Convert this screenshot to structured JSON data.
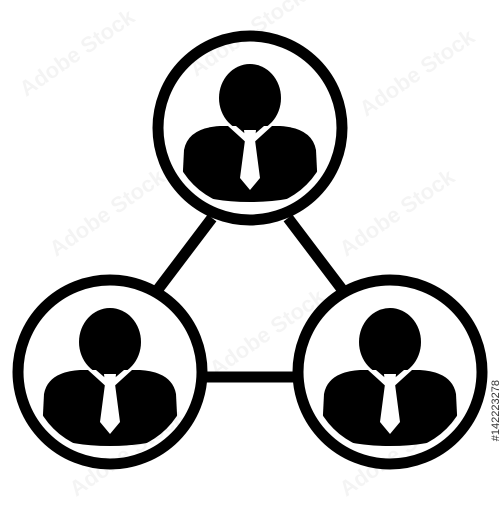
{
  "colors": {
    "background": "#ffffff",
    "icon": "#000000"
  },
  "icons": {
    "network": "people-network-icon",
    "person": "businessman-icon"
  },
  "people": [
    {
      "name": "top-person"
    },
    {
      "name": "left-person"
    },
    {
      "name": "right-person"
    }
  ],
  "watermark": {
    "text": "Adobe Stock",
    "id": "#142223278"
  }
}
